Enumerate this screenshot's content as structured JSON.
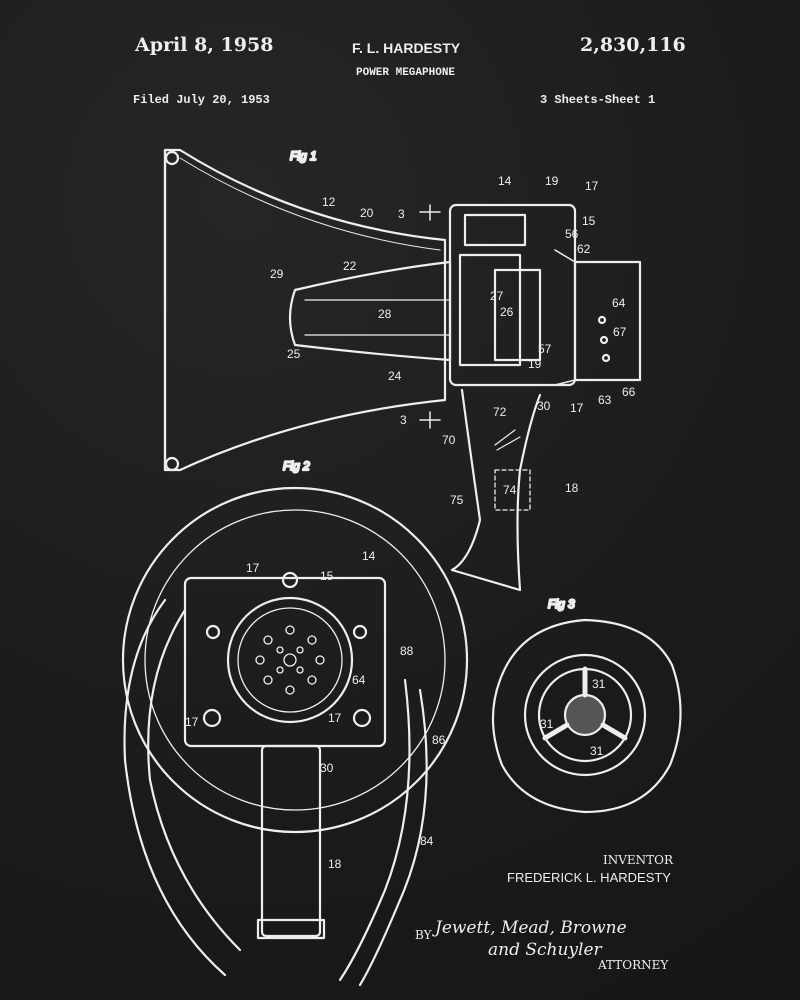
{
  "header": {
    "date": "April 8, 1958",
    "inventor_header": "F. L. HARDESTY",
    "patent_number": "2,830,116",
    "title": "POWER MEGAPHONE",
    "filed": "Filed July 20, 1953",
    "sheets": "3 Sheets-Sheet 1"
  },
  "figures": {
    "fig1": "Fig 1",
    "fig2": "Fig 2",
    "fig3": "Fig 3"
  },
  "labels": {
    "fig1": [
      "12",
      "20",
      "3",
      "14",
      "19",
      "17",
      "15",
      "56",
      "62",
      "22",
      "29",
      "27",
      "28",
      "26",
      "64",
      "67",
      "25",
      "24",
      "57",
      "19",
      "17",
      "63",
      "66",
      "72",
      "30",
      "3",
      "70",
      "18",
      "74",
      "75"
    ],
    "fig2": [
      "17",
      "15",
      "14",
      "64",
      "88",
      "17",
      "17",
      "86",
      "30",
      "18",
      "84"
    ],
    "fig3": [
      "31",
      "31",
      "31"
    ]
  },
  "footer": {
    "inventor_label": "INVENTOR",
    "inventor_name": "FREDERICK L. HARDESTY",
    "by": "BY",
    "signature_line1": "Jewett, Mead, Browne",
    "signature_line2": "and Schuyler",
    "attorney_label": "ATTORNEY"
  }
}
